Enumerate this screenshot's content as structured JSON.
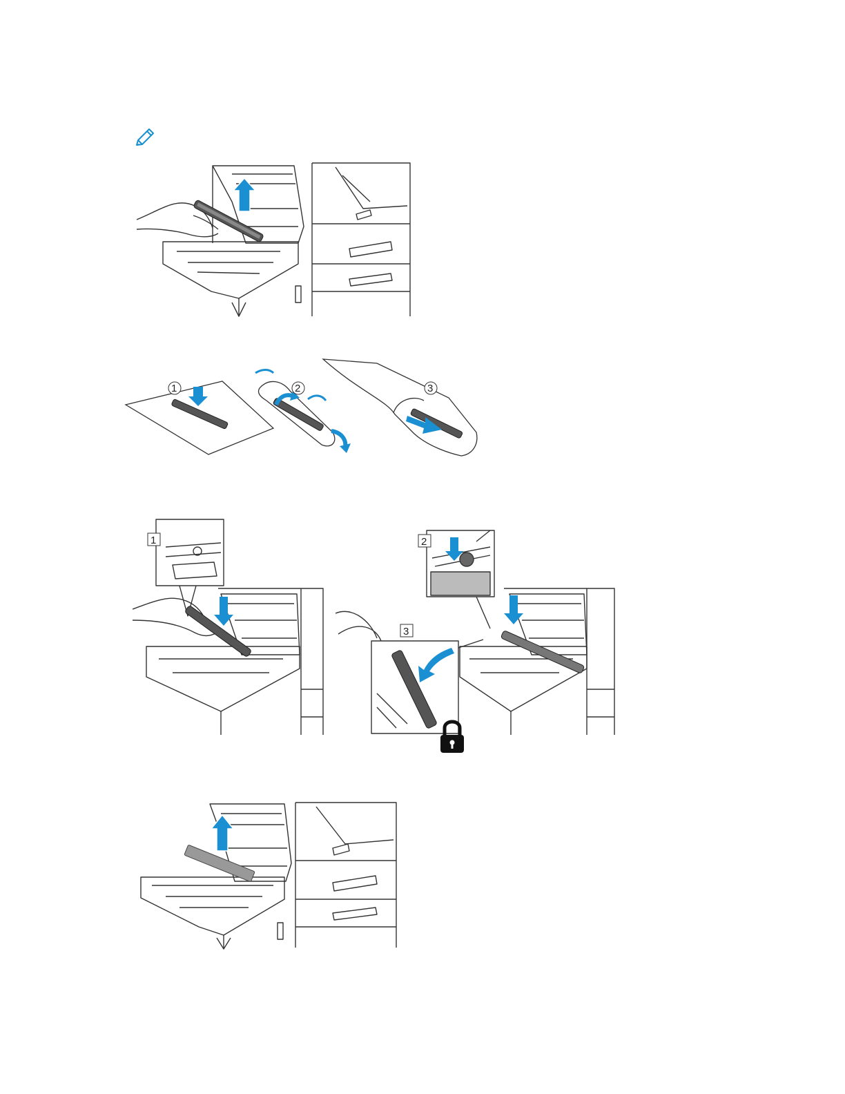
{
  "note": {
    "icon": "pencil-icon",
    "color": "#1a8fd1"
  },
  "figures": [
    {
      "name": "remove-transfer-roller",
      "arrow_color": "#1a8fd1"
    },
    {
      "name": "wrap-roller-in-paper-and-bag",
      "steps": [
        "1",
        "2",
        "3"
      ]
    },
    {
      "name": "install-new-roller",
      "callouts": [
        "1",
        "2",
        "3"
      ],
      "icon": "padlock-icon"
    },
    {
      "name": "remove-protective-cover"
    }
  ]
}
